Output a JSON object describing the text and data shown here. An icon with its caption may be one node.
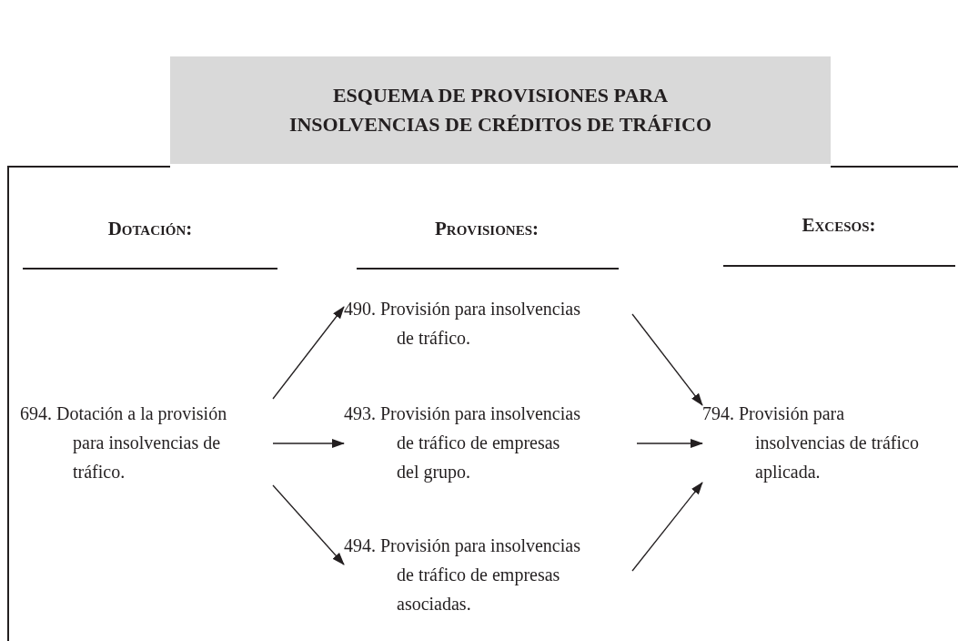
{
  "diagram": {
    "title": "ESQUEMA DE PROVISIONES PARA INSOLVENCIAS DE CRÉDITOS DE TRÁFICO",
    "nodes": [
      {
        "text": [
          "694. Dotación a la provisión para insolvencias de tráfico."
        ]
      },
      {
        "text": [
          "490. Provisión para insolvencias de tráfico."
        ]
      },
      {
        "text": [
          "493. Provisión para insolvencias de tráfico de empresas del grupo."
        ]
      },
      {
        "text": [
          "494. Provisión para insolvencias de tráfico de empresas asociadas."
        ]
      },
      {
        "text": [
          "794. Provisión para insolvencias de tráfico aplicada."
        ]
      }
    ],
    "edges": [
      {
        "from": 0,
        "to": 1,
        "arrow": "to"
      },
      {
        "from": 0,
        "to": 2,
        "arrow": "to"
      },
      {
        "from": 0,
        "to": 3,
        "arrow": "to"
      },
      {
        "from": 1,
        "to": 4,
        "arrow": "to"
      },
      {
        "from": 2,
        "to": 4,
        "arrow": "to"
      },
      {
        "from": 3,
        "to": 4,
        "arrow": "to"
      }
    ],
    "labels": [
      "Dotación:",
      "Provisiones:",
      "Excesos:"
    ]
  }
}
